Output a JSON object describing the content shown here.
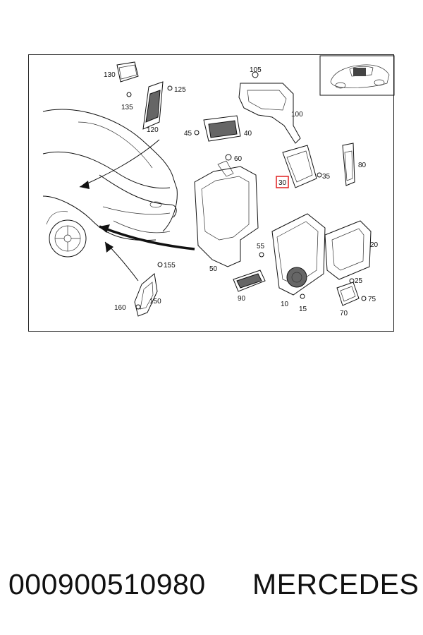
{
  "diagram": {
    "callouts": {
      "p105": "105",
      "p130": "130",
      "p125": "125",
      "p135": "135",
      "p120": "120",
      "p100": "100",
      "p45": "45",
      "p40": "40",
      "p60": "60",
      "p80": "80",
      "p30": "30",
      "p35": "35",
      "p20": "20",
      "p55": "55",
      "p50": "50",
      "p155": "155",
      "p90": "90",
      "p25": "25",
      "p160": "160",
      "p150": "150",
      "p10": "10",
      "p15": "15",
      "p75": "75",
      "p70": "70"
    },
    "highlight_color": "#e02020"
  },
  "footer": {
    "part_number": "000900510980",
    "brand": "MERCEDES"
  }
}
